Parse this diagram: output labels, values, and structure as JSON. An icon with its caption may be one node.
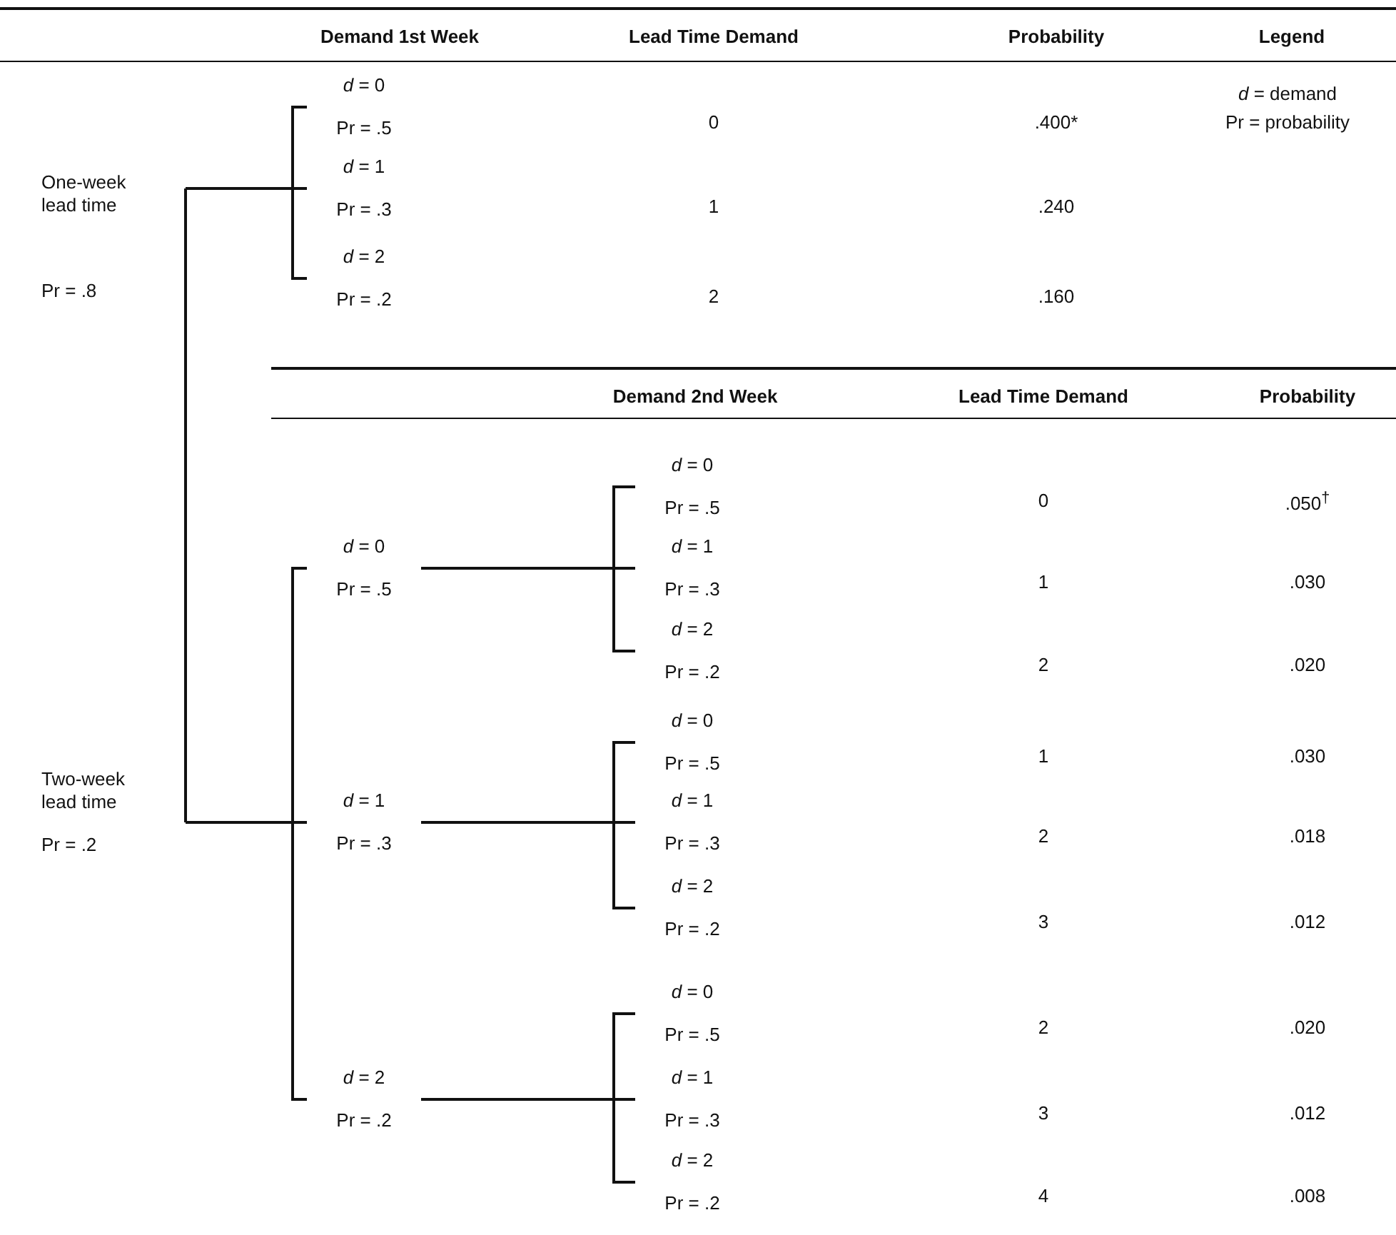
{
  "diagram": {
    "nodes": [
      {
        "text": [
          "One-week lead time",
          "Pr = .8"
        ]
      },
      {
        "text": [
          "*d* = 0",
          "Pr = .5"
        ]
      },
      {
        "text": [
          "*d* = 1",
          "Pr = .3"
        ]
      },
      {
        "text": [
          "*d* = 2",
          "Pr = .2"
        ]
      },
      {
        "text": [
          "Two-week lead time",
          "Pr = .2"
        ]
      },
      {
        "text": [
          "*d* = 0",
          "Pr = .5"
        ]
      },
      {
        "text": [
          "*d* = 0",
          "Pr = .5"
        ]
      },
      {
        "text": [
          "*d* = 1",
          "Pr = .3"
        ]
      },
      {
        "text": [
          "*d* = 2",
          "Pr = .2"
        ]
      },
      {
        "text": [
          "*d* = 1",
          "Pr = .3"
        ]
      },
      {
        "text": [
          "*d* = 0",
          "Pr = .5"
        ]
      },
      {
        "text": [
          "*d* = 1",
          "Pr = .3"
        ]
      },
      {
        "text": [
          "*d* = 2",
          "Pr = .2"
        ]
      },
      {
        "text": [
          "*d* = 2",
          "Pr = .2"
        ]
      },
      {
        "text": [
          "*d* = 0",
          "Pr = .5"
        ]
      },
      {
        "text": [
          "*d* = 1",
          "Pr = .3"
        ]
      },
      {
        "text": [
          "*d* = 2",
          "Pr = .2"
        ]
      }
    ],
    "edges": [
      {
        "from": 0,
        "to": 1,
        "arrow": "none"
      },
      {
        "from": 0,
        "to": 2,
        "arrow": "none"
      },
      {
        "from": 0,
        "to": 3,
        "arrow": "none"
      },
      {
        "from": 0,
        "to": 4,
        "arrow": "none"
      },
      {
        "from": 4,
        "to": 5,
        "arrow": "none"
      },
      {
        "from": 5,
        "to": 6,
        "arrow": "none"
      },
      {
        "from": 5,
        "to": 7,
        "arrow": "none"
      },
      {
        "from": 5,
        "to": 8,
        "arrow": "none"
      },
      {
        "from": 4,
        "to": 9,
        "arrow": "none"
      },
      {
        "from": 9,
        "to": 10,
        "arrow": "none"
      },
      {
        "from": 9,
        "to": 11,
        "arrow": "none"
      },
      {
        "from": 9,
        "to": 12,
        "arrow": "none"
      },
      {
        "from": 4,
        "to": 13,
        "arrow": "none"
      },
      {
        "from": 13,
        "to": 14,
        "arrow": "none"
      },
      {
        "from": 13,
        "to": 15,
        "arrow": "none"
      },
      {
        "from": 13,
        "to": 16,
        "arrow": "none"
      }
    ],
    "labels": [
      "Demand 1st Week",
      "Lead Time Demand",
      "Probability",
      "Legend",
      "*d* = demand",
      "0",
      ".400*",
      "Pr = probability",
      "1",
      ".240",
      "2",
      ".160",
      "Demand 2nd Week",
      "Lead Time Demand",
      "Probability",
      "0",
      ".050$^{†}$",
      "1",
      ".030",
      "2",
      ".020",
      "1",
      ".030",
      "2",
      ".018",
      "3",
      ".012",
      "2",
      ".020",
      "3",
      ".012",
      "4",
      ".008"
    ]
  }
}
